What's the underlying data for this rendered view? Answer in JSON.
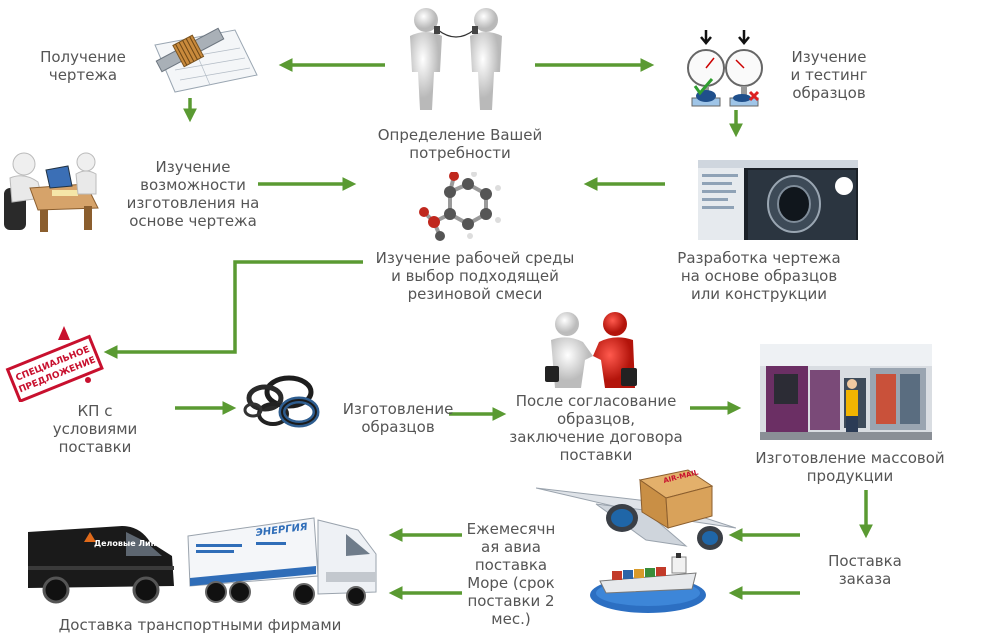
{
  "colors": {
    "arrow": "#5a9a32",
    "text": "#555555",
    "red": "#c8102e",
    "blue": "#1f4f8b"
  },
  "labels": {
    "receive_drawing": "Получение\nчертежа",
    "define_needs": "Определение Вашей\nпотребности",
    "study_samples": "Изучение\nи тестинг\nобразцов",
    "study_feasibility": "Изучение\nвозможности\nизготовления на\nосновe чертежа",
    "study_environment": "Изучение рабочей среды\nи выбор подходящей\nрезиновой смеси",
    "develop_drawing": "Разработка чертежа\nна основе образцов\nили конструкции",
    "offer": "КП с\nусловиями\nпоставки",
    "make_samples": "Изготовление\nобразцов",
    "agreement": "После согласование\nобразцов,\nзаключение договора\nпоставки",
    "mass_production": "Изготовление массовой\nпродукции",
    "monthly_delivery": "Ежемесячн\nая авиа\nпоставка\nМоре (срок\nпоставки 2\nмес.)",
    "order_delivery": "Поставка\nзаказа",
    "transport_delivery": "Доставка транспортными фирмами"
  },
  "sign_text": {
    "line1": "СПЕЦИАЛЬНОЕ",
    "line2": "ПРЕДЛОЖЕНИЕ"
  },
  "box_text": "AIR-MAIL",
  "van_brand": "Деловые Линии",
  "truck_brand": "ЭНЕРГИЯ",
  "icons": {
    "drawing": "mechanical-drawing-icon",
    "people": "talking-people-icon",
    "gauges": "hardness-gauge-icon",
    "office": "office-worker-icon",
    "molecule": "molecule-icon",
    "cad": "cad-model-icon",
    "sign": "special-offer-sign-icon",
    "rings": "rubber-seals-icon",
    "handshake": "handshake-icon",
    "factory": "factory-photo-icon",
    "plane": "airplane-cargo-icon",
    "ship": "cargo-ship-icon",
    "van": "delivery-van-icon",
    "truck": "delivery-truck-icon"
  }
}
